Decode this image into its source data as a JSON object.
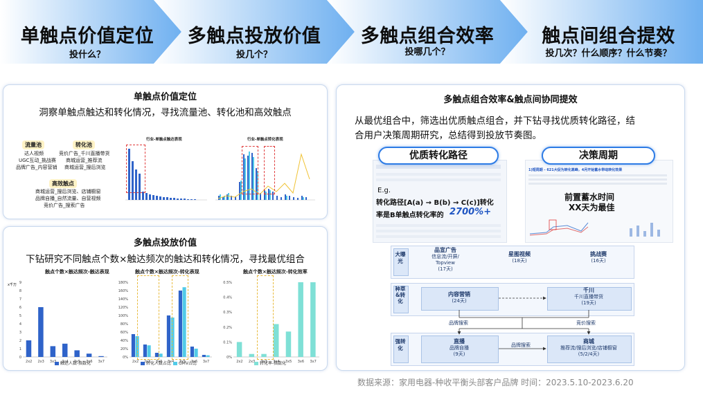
{
  "header": {
    "steps": [
      {
        "title": "单触点价值定位",
        "subtitle": "投什么？"
      },
      {
        "title": "多触点投放价值",
        "subtitle": "投几个？"
      },
      {
        "title": "多触点组合效率",
        "subtitle": "投哪几个？"
      },
      {
        "title": "触点间组合提效",
        "subtitle": "投几次？什么顺序？什么节奏？"
      }
    ],
    "colors": {
      "chevron_light": "#ffffff",
      "chevron_dark": "#6fb0f0"
    }
  },
  "panel_single": {
    "title": "单触点价值定位",
    "desc": "洞察单触点触达和转化情况，寻找流量池、转化池和高效触点",
    "pools": [
      {
        "tag": "流量池",
        "items": [
          "达人视频",
          "UGC互动_挑战赛",
          "品牌广告_内容营销"
        ]
      },
      {
        "tag": "转化池",
        "items": [
          "竞价广告_千川直播带货",
          "商城运营_推荐流",
          "商城运营_搜后浏览"
        ]
      },
      {
        "tag": "高效触点",
        "items": [
          "商城运营_搜后浏览、店铺橱窗",
          "品牌自播_自然流量、自营视频",
          "竞价广告_搜索广告"
        ]
      }
    ],
    "chart1_title": "行业-单触点触达表现",
    "chart2_title": "行业-单触点转化表现"
  },
  "panel_multi": {
    "title": "多触点投放价值",
    "desc": "下钻研究不同触点个数×触达频次的触达和转化情况，寻找最优组合",
    "charts": [
      {
        "title": "触点个数×触达频次-触达表现",
        "legend": "触达人数-指数化",
        "yaxis_label": "x千万"
      },
      {
        "title": "触点个数×触达频次-转化表现",
        "legend": [
          "转化人数占比",
          "GMV占比"
        ]
      },
      {
        "title": "触点个数×触达频次-转化效率",
        "legend": "转化率-指数化"
      }
    ],
    "chart_data": [
      {
        "type": "bar",
        "categories": [
          "2x2",
          "2x3",
          "3x3",
          "3x4",
          "3x5",
          "3x6",
          "3x7"
        ],
        "values": [
          2,
          6,
          1.3,
          1.6,
          0.8,
          0.4,
          0.1
        ],
        "ylim": [
          0,
          9
        ],
        "yticks": [
          "0",
          "1",
          "2",
          "3",
          "4",
          "5",
          "6",
          "7",
          "8",
          "9"
        ]
      },
      {
        "type": "bar",
        "categories": [
          "2x2",
          "2x3",
          "3x3",
          "3x4",
          "3x5",
          "3x6",
          "3x7"
        ],
        "series": [
          {
            "name": "转化人数占比",
            "values": [
              55,
              30,
              10,
              100,
              160,
              25,
              5
            ]
          },
          {
            "name": "GMV占比",
            "values": [
              50,
              28,
              8,
              95,
              168,
              20,
              4
            ]
          }
        ],
        "ylim": [
          0,
          180
        ],
        "yticks": [
          "0%",
          "20%",
          "40%",
          "60%",
          "80%",
          "100%",
          "120%",
          "140%",
          "160%",
          "180%"
        ]
      },
      {
        "type": "bar",
        "categories": [
          "2x2",
          "2x3",
          "3x3",
          "3x4",
          "3x5",
          "3x6",
          "3x7"
        ],
        "values": [
          0.1,
          0.02,
          0.02,
          0.22,
          0.17,
          0.5,
          0.5
        ],
        "ylim": [
          0,
          0.5
        ],
        "yticks": [
          "0%",
          "0.1%",
          "0.2%",
          "0.3%",
          "0.4%",
          "0.5%"
        ]
      }
    ]
  },
  "panel_right": {
    "title": "多触点组合效率&触点间协同提效",
    "desc_line1": "从最优组合中，筛选出优质触点组合，并下钻寻找优质转化路径，结",
    "desc_line2": "合用户决策周期研究，总结得到投放节奏图。",
    "pill_path": "优质转化路径",
    "pill_cycle": "决策周期",
    "path_eg": "E.g.",
    "path_line1": "转化路径[A(a) → B(b) → C(c)]转化",
    "path_line2": "率是B单触点转化率的",
    "path_highlight": "2700%+",
    "cycle_note_title": "1)短周期 - 621大促为转化高峰，4月开始蓄水带动转化效果",
    "cycle_line1": "前置蓄水时间",
    "cycle_line2": "XX天为最佳",
    "flow": {
      "rows": [
        {
          "label": "大曝光",
          "nodes": [
            {
              "name": "品宣广告",
              "detail": "信息流/开屏/\nTopview",
              "days": "(17天)"
            },
            {
              "name": "星图视频",
              "detail": "",
              "days": "(18天)"
            },
            {
              "name": "挑战赛",
              "detail": "",
              "days": "(16天)"
            }
          ]
        },
        {
          "label": "种草&转化",
          "nodes": [
            {
              "name": "内容营销",
              "detail": "",
              "days": "(24天)"
            },
            {
              "name": "千川",
              "detail": "千川直播带货",
              "days": "(19天)"
            }
          ]
        },
        {
          "label": "强转化",
          "nodes": [
            {
              "name": "直播",
              "detail": "品牌自播",
              "days": "(9天)"
            },
            {
              "name": "商城",
              "detail": "推荐流/搜后浏览/店铺橱窗",
              "days": "(5/2/4天)"
            }
          ]
        }
      ],
      "edge_labels": [
        "品牌搜索",
        "竞价搜索",
        "品牌搜索"
      ]
    }
  },
  "footer": {
    "source": "数据来源：家用电器-种收平衡头部客户品牌 时间：2023.5.10-2023.6.20"
  }
}
